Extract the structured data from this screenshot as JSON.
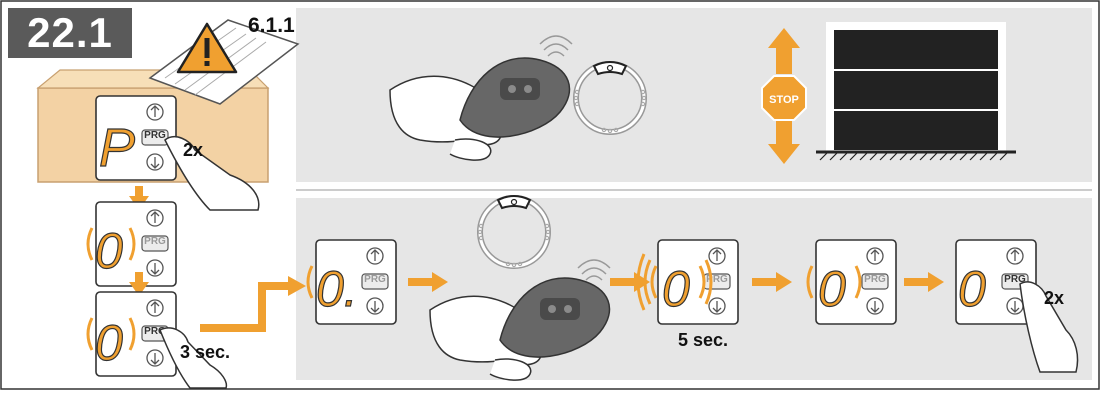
{
  "step_number": "22.1",
  "reference": "6.1.1",
  "labels": {
    "prg": "PRG",
    "press_twice": "2x",
    "hold_three": "3 sec.",
    "wait_five": "5 sec.",
    "press_twice_final": "2x",
    "stop_sign": "STOP"
  },
  "display_glyphs": {
    "program": "P",
    "zero": "0",
    "zero_dot": "0."
  },
  "colors": {
    "accent_orange": "#f0a030",
    "panel_gray": "#e6e6e6",
    "badge_gray": "#5a5a5a",
    "box_tan": "#f3d2a4",
    "remote_dark": "#606060",
    "text_black": "#111111"
  },
  "icons": [
    "warning-manual-icon",
    "hand-icon",
    "remote-control-icon",
    "keypad-icon",
    "stop-sign-icon",
    "garage-door-icon",
    "arrow-icon",
    "signal-waves-icon"
  ]
}
